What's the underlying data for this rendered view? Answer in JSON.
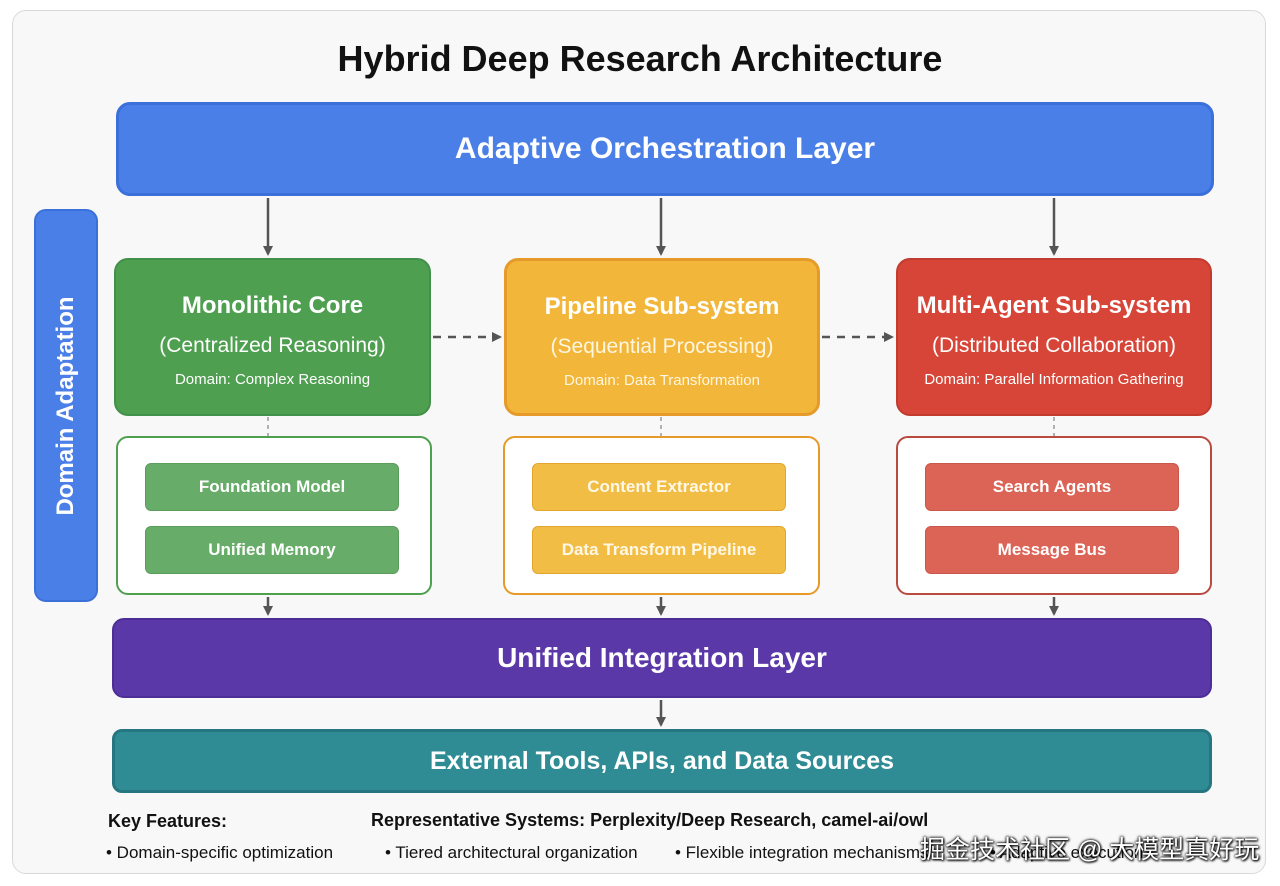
{
  "title": "Hybrid Deep Research Architecture",
  "layers": {
    "orchestration": "Adaptive Orchestration Layer",
    "integration": "Unified Integration Layer",
    "external": "External Tools, APIs, and Data Sources",
    "domain_adaptation": "Domain Adaptation"
  },
  "subsystems": [
    {
      "name": "Monolithic Core",
      "subtitle": "(Centralized Reasoning)",
      "domain": "Domain: Complex Reasoning",
      "components": [
        "Foundation Model",
        "Unified Memory"
      ],
      "color": "#4e9f4f"
    },
    {
      "name": "Pipeline Sub-system",
      "subtitle": "(Sequential Processing)",
      "domain": "Domain: Data Transformation",
      "components": [
        "Content Extractor",
        "Data Transform Pipeline"
      ],
      "color": "#f2b63a"
    },
    {
      "name": "Multi-Agent Sub-system",
      "subtitle": "(Distributed Collaboration)",
      "domain": "Domain: Parallel Information Gathering",
      "components": [
        "Search Agents",
        "Message Bus"
      ],
      "color": "#d64537"
    }
  ],
  "footer": {
    "key_features_label": "Key Features:",
    "representative_systems": "Representative Systems: Perplexity/Deep Research, camel-ai/owl",
    "features": [
      "• Domain-specific optimization",
      "• Tiered architectural organization",
      "• Flexible integration mechanisms",
      "• Adaptive execution"
    ]
  },
  "watermark": "掘金技术社区 @ 大模型真好玩",
  "colors": {
    "orchestration": "#4a7fe8",
    "integration": "#5b38a8",
    "external": "#2f8c94",
    "arrow": "#555555"
  }
}
